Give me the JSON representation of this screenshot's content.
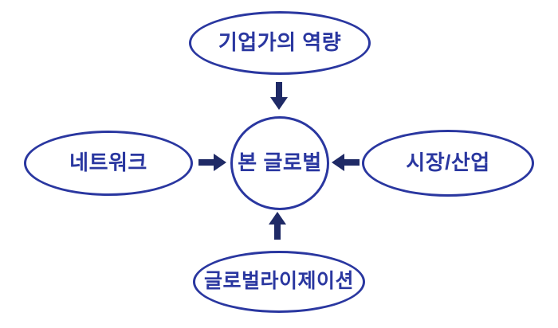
{
  "diagram": {
    "title": "Born Global determinants diagram",
    "colors": {
      "outline": "#2a37a0",
      "text": "#2a37a0",
      "arrow": "#1f2a66",
      "background": "#ffffff"
    },
    "center": {
      "label": "본 글로벌"
    },
    "nodes": {
      "top": {
        "label": "기업가의 역량"
      },
      "left": {
        "label": "네트워크"
      },
      "right": {
        "label": "시장/산업"
      },
      "bottom": {
        "label": "글로벌라이제이션"
      }
    },
    "arrows": [
      {
        "from": "top",
        "to": "center",
        "direction": "down"
      },
      {
        "from": "left",
        "to": "center",
        "direction": "right"
      },
      {
        "from": "right",
        "to": "center",
        "direction": "left"
      },
      {
        "from": "bottom",
        "to": "center",
        "direction": "up"
      }
    ]
  }
}
